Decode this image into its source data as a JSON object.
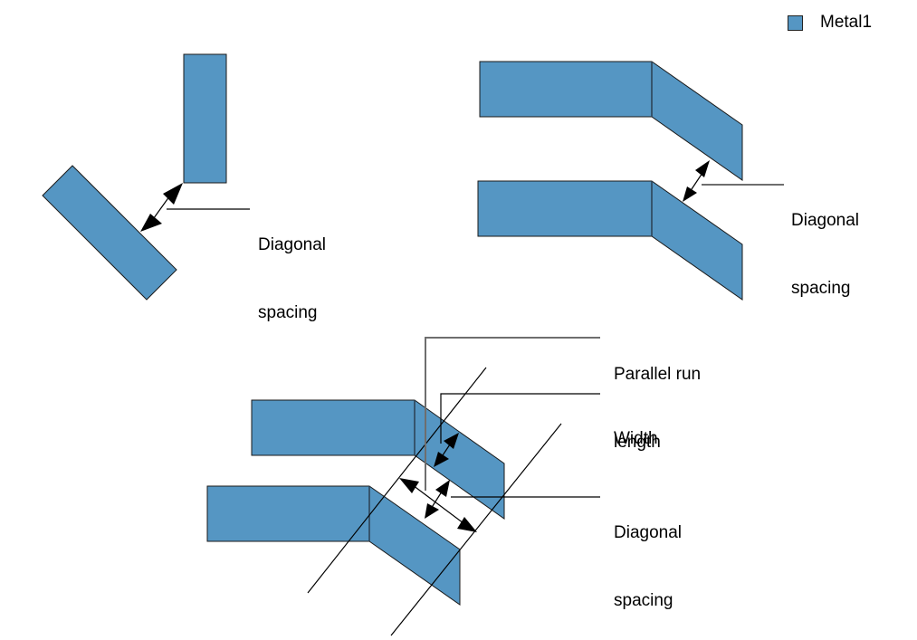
{
  "legend": {
    "label": "Metal1",
    "color": "#5596c3"
  },
  "diagrams": {
    "top_left": {
      "annotation": {
        "line1": "Diagonal",
        "line2": "spacing"
      }
    },
    "top_right": {
      "annotation": {
        "line1": "Diagonal",
        "line2": "spacing"
      }
    },
    "bottom": {
      "annotations": [
        {
          "line1": "Parallel run",
          "line2": "length"
        },
        {
          "line1": "Width",
          "line2": ""
        },
        {
          "line1": "Diagonal",
          "line2": "spacing"
        }
      ]
    }
  }
}
